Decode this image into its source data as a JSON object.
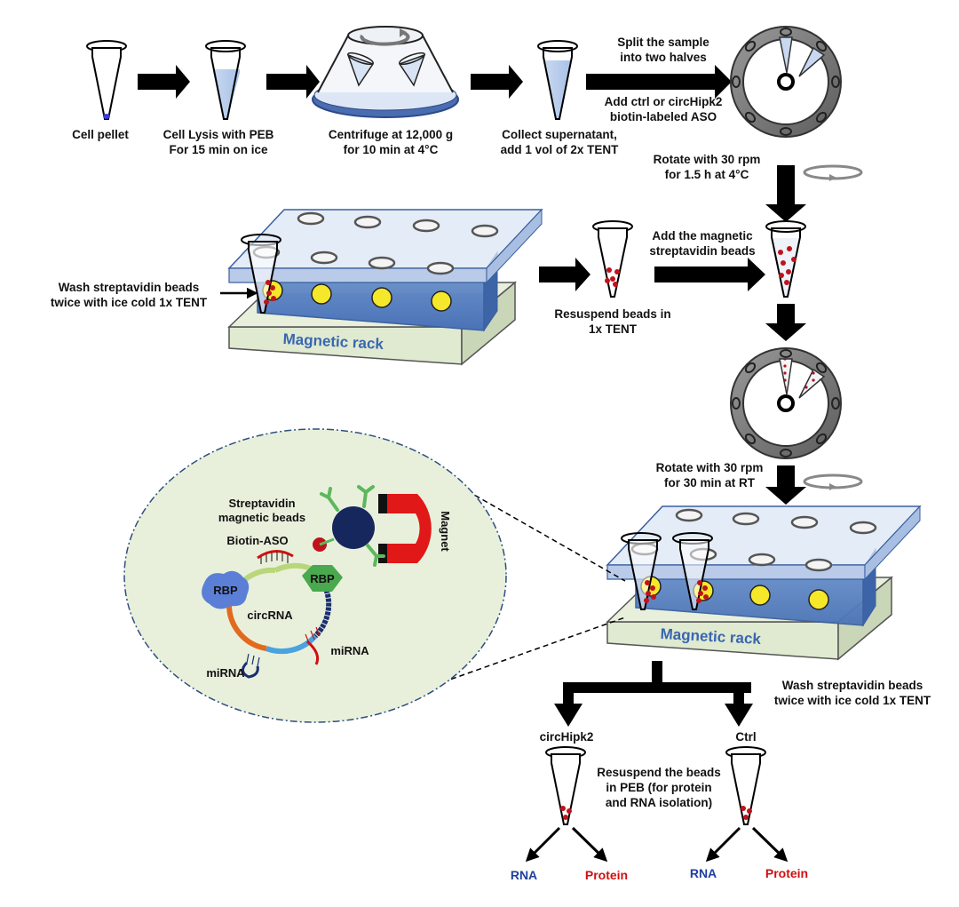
{
  "steps": {
    "cell_pellet": "Cell pellet",
    "lysis_line1": "Cell Lysis with PEB",
    "lysis_line2": "For 15 min on ice",
    "centrifuge_line1": "Centrifuge at 12,000 g",
    "centrifuge_line2": "for 10 min at 4°C",
    "collect_line1": "Collect supernatant,",
    "collect_line2": "add 1 vol of 2x TENT",
    "split_line1": "Split the sample",
    "split_line2": "into two halves",
    "add_aso_line1": "Add ctrl or circHipk2",
    "add_aso_line2": "biotin-labeled ASO",
    "rotate1_line1": "Rotate with 30 rpm",
    "rotate1_line2": "for 1.5 h at 4°C",
    "add_beads_line1": "Add the magnetic",
    "add_beads_line2": "streptavidin beads",
    "resuspend_line1": "Resuspend beads in",
    "resuspend_line2": "1x TENT",
    "wash1_line1": "Wash streptavidin beads",
    "wash1_line2": "twice with ice cold 1x TENT",
    "rotate2_line1": "Rotate with 30 rpm",
    "rotate2_line2": "for 30 min at RT",
    "wash2_line1": "Wash streptavidin beads",
    "wash2_line2": "twice with ice cold 1x TENT",
    "resuspend_peb_line1": "Resuspend the beads",
    "resuspend_peb_line2": "in PEB (for protein",
    "resuspend_peb_line3": "and RNA isolation)"
  },
  "racks": {
    "rack1_label": "Magnetic rack",
    "rack2_label": "Magnetic rack"
  },
  "inset": {
    "beads_line1": "Streptavidin",
    "beads_line2": "magnetic beads",
    "magnet": "Magnet",
    "biotin_aso": "Biotin-ASO",
    "rbp_left": "RBP",
    "rbp_right": "RBP",
    "circrna": "circRNA",
    "mirna_left": "miRNA",
    "mirna_right": "miRNA"
  },
  "outputs": {
    "left_tube": "circHipk2",
    "right_tube": "Ctrl",
    "left_rna": "RNA",
    "left_protein": "Protein",
    "right_rna": "RNA",
    "right_protein": "Protein"
  },
  "colors": {
    "rack_blue": "#5b84c4",
    "rack_base": "#e5f0d8",
    "bead_red": "#b5121b",
    "magnet_red": "#e01818",
    "inset_bg": "#e8f0dc",
    "rna_blue": "#1f3fa0",
    "protein_red": "#d01010"
  }
}
